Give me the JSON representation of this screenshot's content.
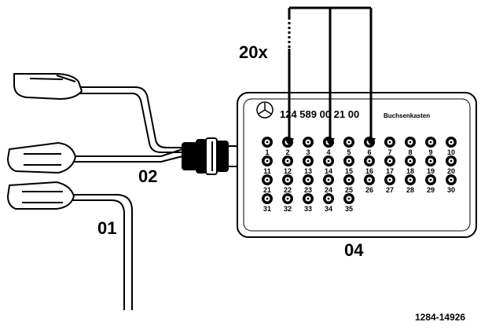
{
  "callouts": {
    "cable_01": "01",
    "cable_02": "02",
    "box_04": "04",
    "multiplier": "20x"
  },
  "socket_box": {
    "part_number": "124 589 00 21 00",
    "label": "Buchsenkasten",
    "socket_numbers": [
      "1",
      "2",
      "3",
      "4",
      "5",
      "6",
      "7",
      "8",
      "9",
      "10",
      "11",
      "12",
      "13",
      "14",
      "15",
      "16",
      "17",
      "18",
      "19",
      "20",
      "21",
      "22",
      "23",
      "24",
      "25",
      "26",
      "27",
      "28",
      "29",
      "30",
      "31",
      "32",
      "33",
      "34",
      "35"
    ],
    "connected_sockets": [
      "2",
      "4",
      "6"
    ]
  },
  "reference_code": "1284-14926",
  "colors": {
    "ink": "#000000",
    "paper": "#ffffff"
  },
  "icons": {
    "brand_logo": "three-pointed-star-icon"
  }
}
